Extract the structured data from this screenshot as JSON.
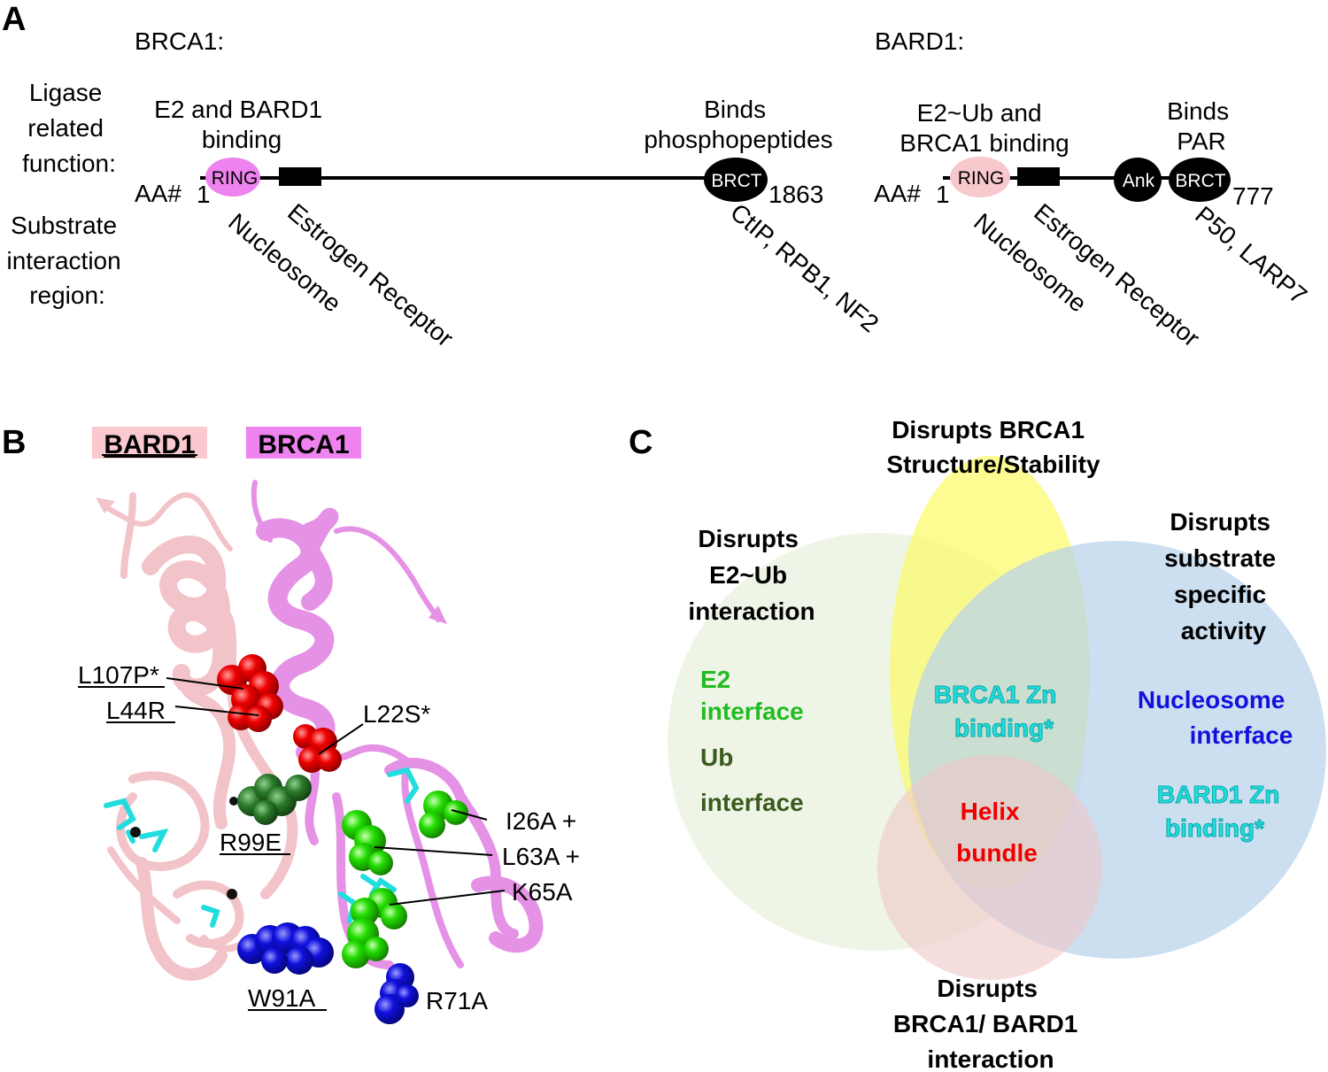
{
  "panel_a": {
    "letter": "A",
    "brca1_title": "BRCA1:",
    "bard1_title": "BARD1:",
    "row_label_1": [
      "Ligase",
      "related",
      "function:"
    ],
    "row_label_2": [
      "Substrate",
      "interaction",
      "region:"
    ],
    "brca1": {
      "aa_prefix": "AA#",
      "start": "1",
      "end": "1863",
      "ring_label": "RING",
      "brct_label": "BRCT",
      "func_ring": [
        "E2 and BARD1",
        "binding"
      ],
      "func_brct": [
        "Binds",
        "phosphopeptides"
      ],
      "sub_1": "Nucleosome",
      "sub_2": "Estrogen Receptor",
      "sub_3": "CtIP, RPB1, NF2"
    },
    "bard1": {
      "aa_prefix": "AA#",
      "start": "1",
      "end": "777",
      "ring_label": "RING",
      "ank_label": "Ank",
      "brct_label": "BRCT",
      "func_ring": [
        "E2~Ub and",
        "BRCA1 binding"
      ],
      "func_brct": [
        "Binds",
        "PAR"
      ],
      "sub_1": "Nucleosome",
      "sub_2": "Estrogen Receptor",
      "sub_3": "P50, LARP7"
    }
  },
  "panel_b": {
    "letter": "B",
    "bard1_tag": "BARD1",
    "brca1_tag": "BRCA1",
    "residues": [
      "L107P*",
      "L44R",
      "L22S*",
      "R99E",
      "I26A +",
      "L63A +",
      "K65A",
      "W91A",
      "R71A"
    ]
  },
  "panel_c": {
    "letter": "C",
    "set_structure": [
      "Disrupts BRCA1",
      "Structure/Stability"
    ],
    "set_e2": [
      "Disrupts",
      "E2~Ub",
      "interaction"
    ],
    "set_substrate": [
      "Disrupts",
      "substrate",
      "specific",
      "activity"
    ],
    "set_interaction": [
      "Disrupts",
      "BRCA1/ BARD1",
      "interaction"
    ],
    "e2_interface": [
      "E2",
      "interface"
    ],
    "ub_interface": [
      "Ub",
      "interface"
    ],
    "brca1_zn": [
      "BRCA1 Zn",
      "binding*"
    ],
    "nucleosome_interface": [
      "Nucleosome",
      "interface"
    ],
    "bard1_zn": [
      "BARD1 Zn",
      "binding*"
    ],
    "helix_bundle": [
      "Helix",
      "bundle"
    ]
  },
  "colors": {
    "brca1_pink": "#ee82ee",
    "bard1_pink": "#f7c8cc",
    "tag_bard1_bg": "#f9c9cf",
    "tag_brca1_bg": "#ee82ee",
    "red": "#ee0000",
    "green": "#22dd00",
    "dark_green": "#2a7a2a",
    "blue": "#1010dd",
    "cyan": "#22dddd",
    "venn_green": "#e6efd8",
    "venn_yellow": "#fbfb6a",
    "venn_blue": "#b8d3ec",
    "venn_red": "#efc6c6",
    "text_green": "#22bb22",
    "text_darkgreen": "#3a5a1e",
    "text_blue": "#1212dd",
    "text_cyan": "#22dddd"
  }
}
